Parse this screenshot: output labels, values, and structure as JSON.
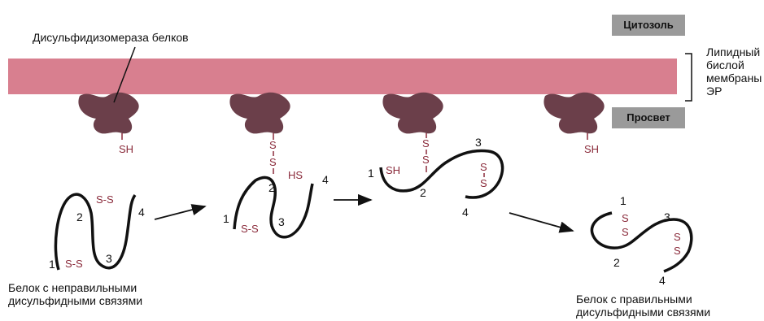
{
  "labels": {
    "enzyme": "Дисульфидизомераза белков",
    "cytosol": "Цитозоль",
    "lumen": "Просвет",
    "membrane": [
      "Липидный",
      "бислой",
      "мембраны",
      "ЭР"
    ],
    "wrong_protein": [
      "Белок с неправильными",
      "дисульфидными связями"
    ],
    "right_protein": [
      "Белок с правильными",
      "дисульфидными связями"
    ]
  },
  "chem": {
    "sh": "SH",
    "hs": "HS",
    "s": "S",
    "ss": "S-S"
  },
  "residues": [
    "1",
    "2",
    "3",
    "4"
  ],
  "colors": {
    "membrane": "#d87f8f",
    "enzyme": "#6b3f4a",
    "sulfur": "#8a2a3a",
    "chain": "#111111",
    "label_box": "#9a9a9a"
  }
}
